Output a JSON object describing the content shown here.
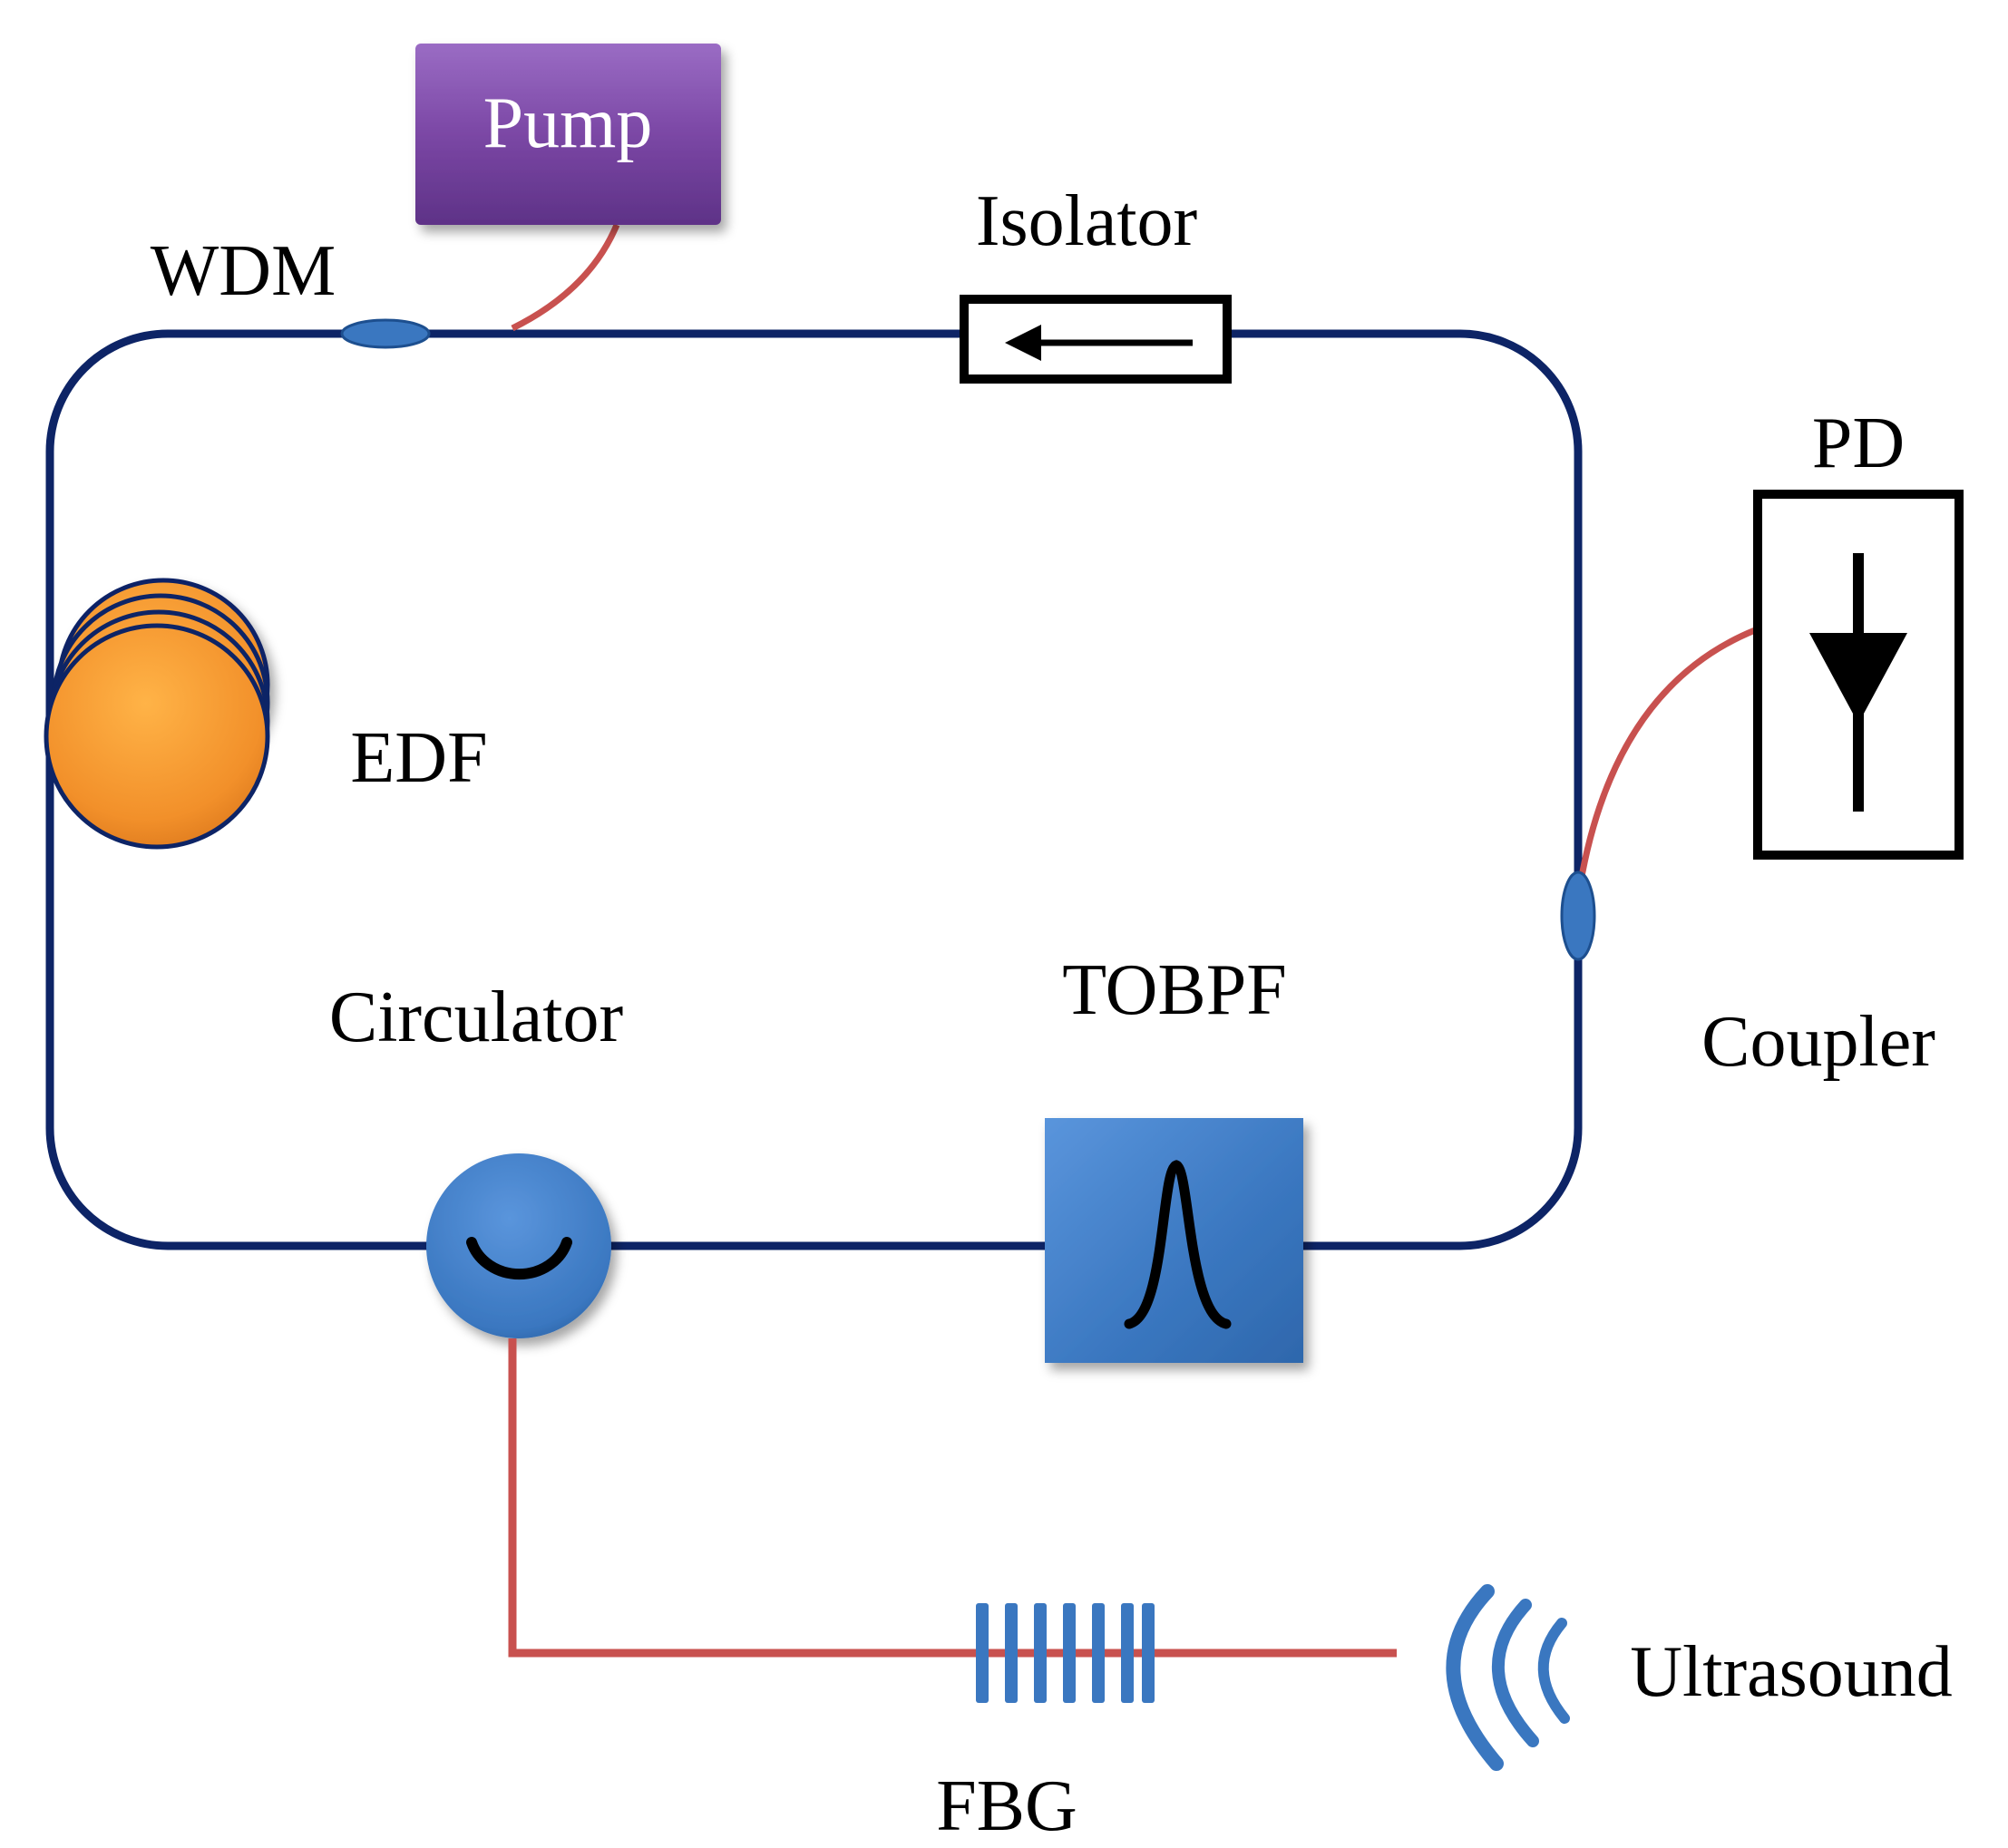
{
  "labels": {
    "pump": "Pump",
    "wdm": "WDM",
    "isolator": "Isolator",
    "pd": "PD",
    "edf": "EDF",
    "circulator": "Circulator",
    "tobpf": "TOBPF",
    "coupler": "Coupler",
    "ultrasound": "Ultrasound",
    "fbg": "FBG"
  },
  "colors": {
    "loop_fiber": "#0d2466",
    "branch_fiber": "#c8514f",
    "pump_box": "#7b47a5",
    "component_blue": "#3a77c0",
    "edf_orange": "#f2902a"
  },
  "icons": {
    "isolator": "left-arrow-icon",
    "pd": "photodiode-icon",
    "tobpf": "bandpass-peak-icon",
    "circulator": "arc-icon",
    "ultrasound": "sound-waves-icon"
  }
}
